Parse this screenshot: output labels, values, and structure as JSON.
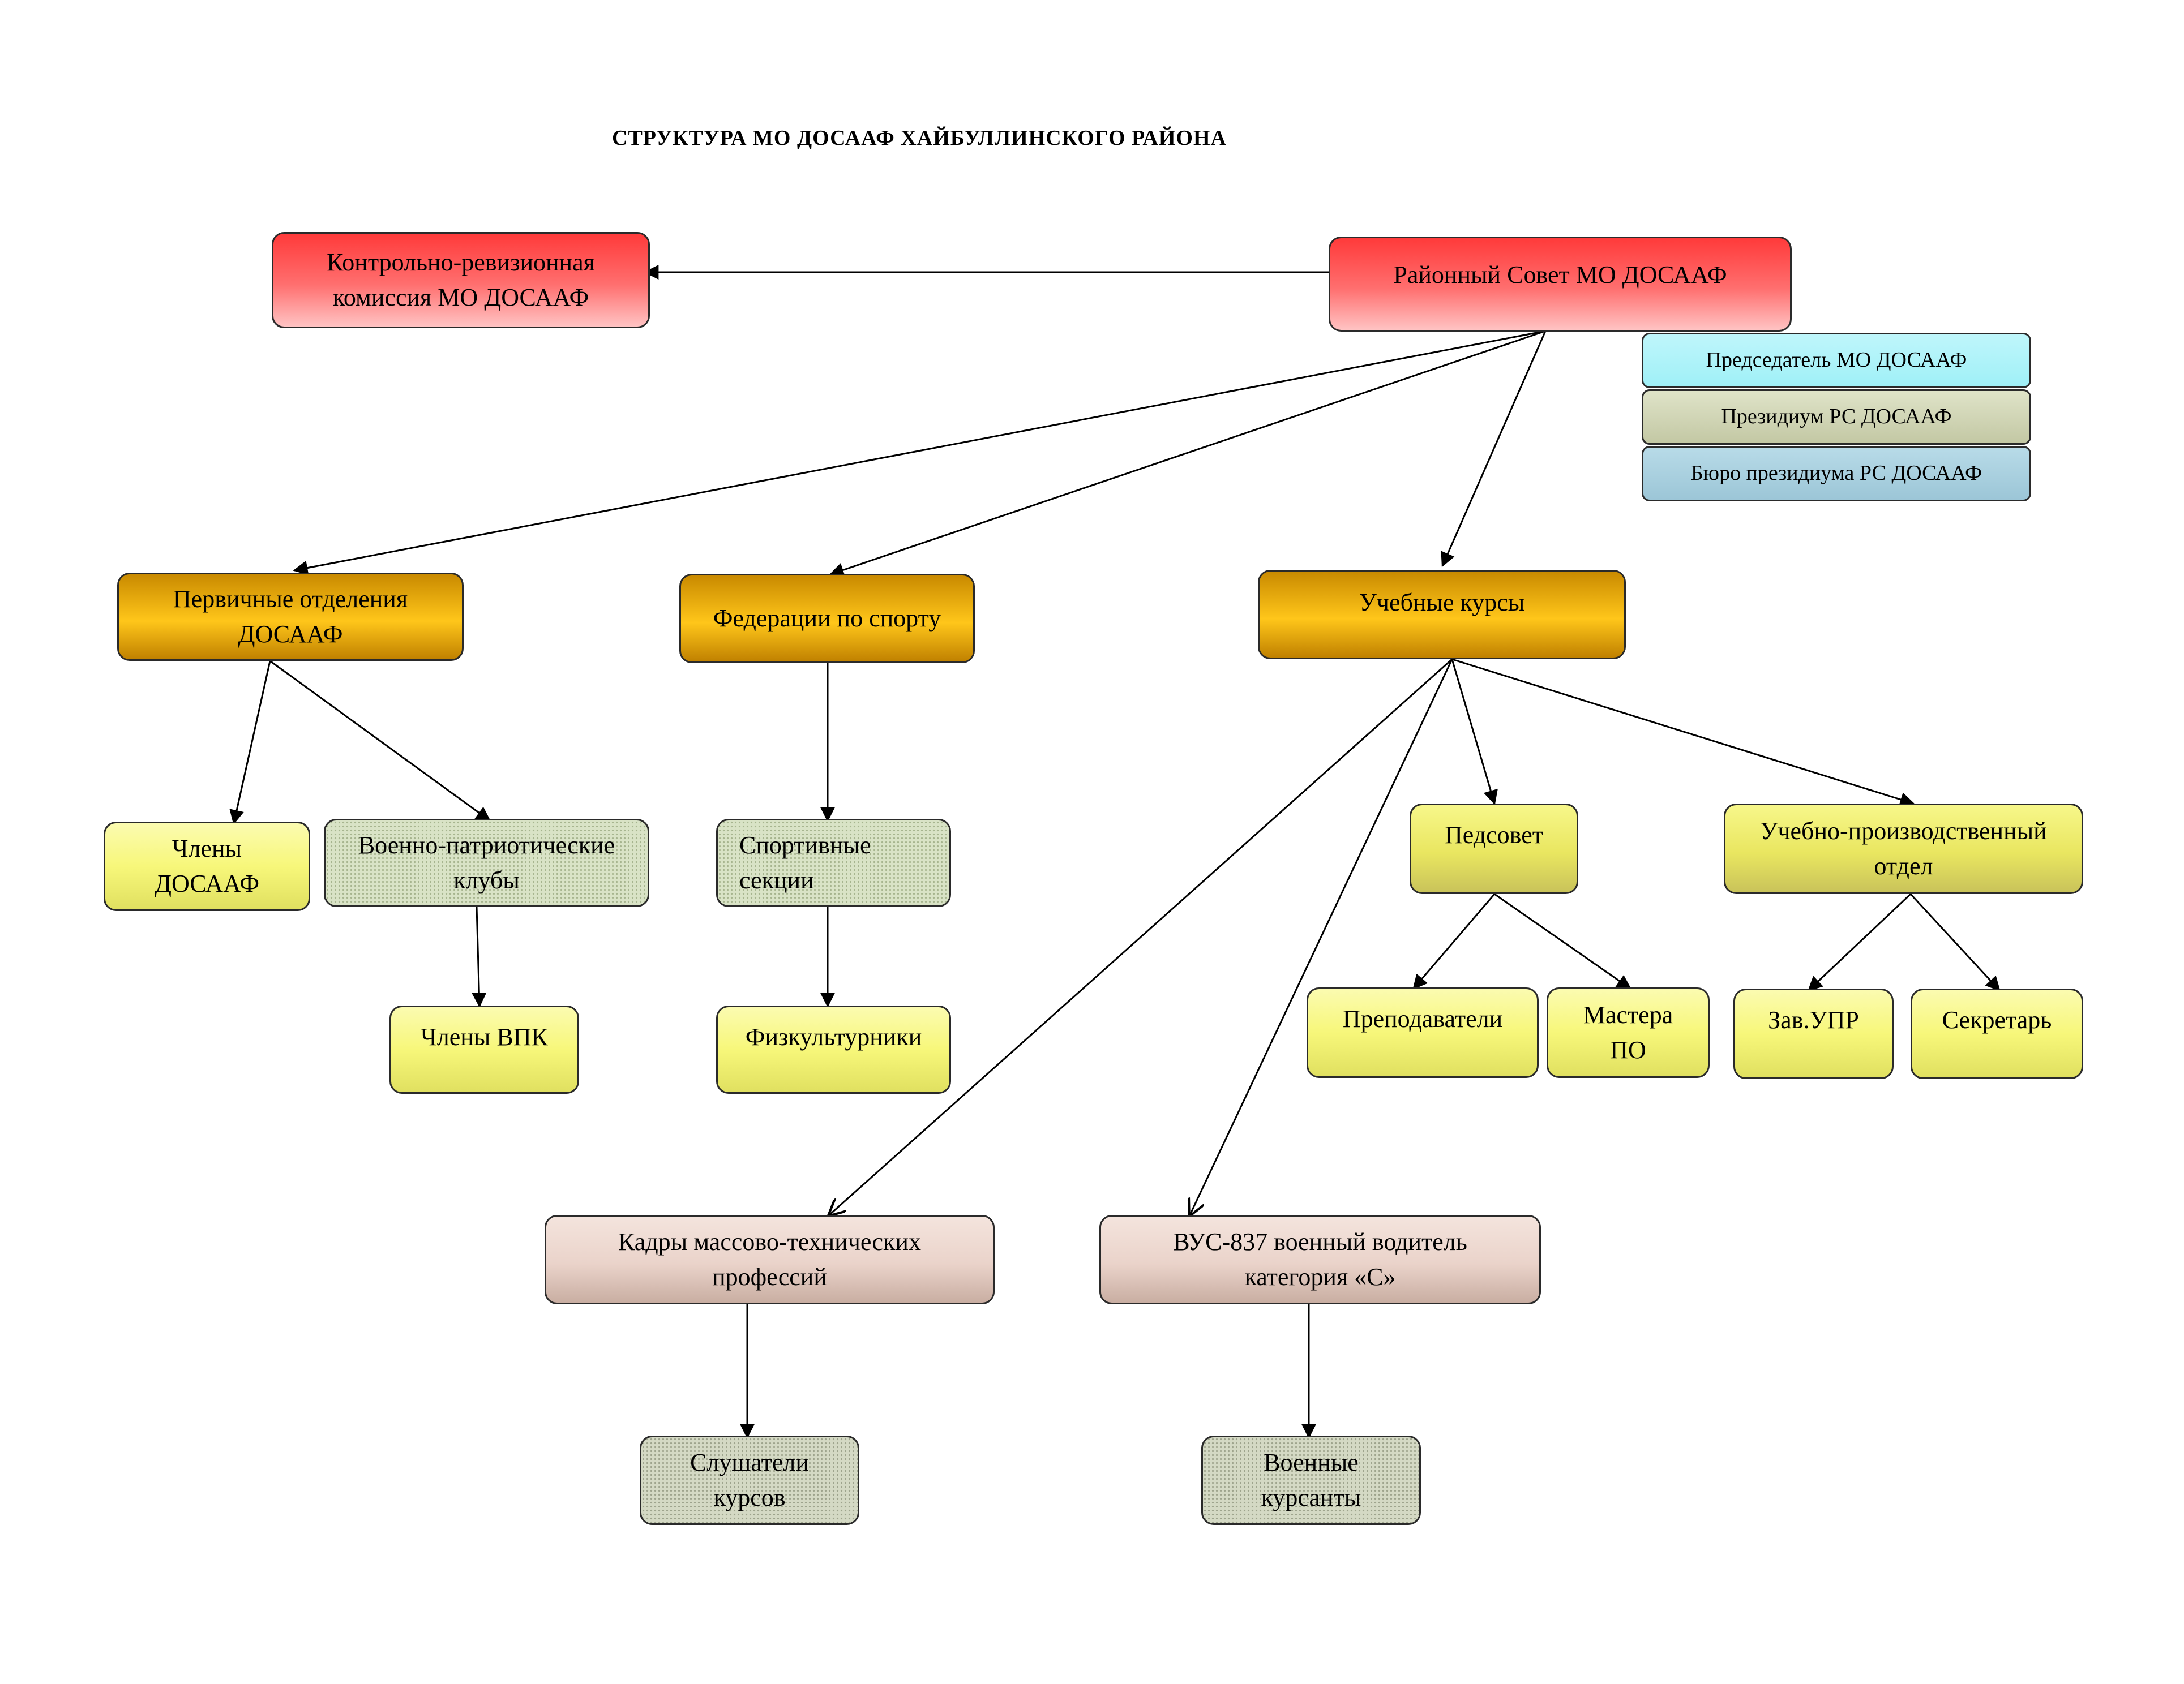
{
  "title": "СТРУКТУРА МО ДОСААФ ХАЙБУЛЛИНСКОГО РАЙОНА",
  "nodes": {
    "council": "Районный Совет МО ДОСААФ",
    "audit": "Контрольно-ревизионная\nкомиссия   МО ДОСААФ",
    "chairman": "Председатель МО ДОСААФ",
    "presidium": "Президиум РС ДОСААФ",
    "bureau": "Бюро президиума РС ДОСААФ",
    "primary": "Первичные отделения\nДОСААФ",
    "federations": "Федерации  по спорту",
    "courses": "Учебные курсы",
    "members": "Члены\nДОСААФ",
    "clubs": "Военно-патриотические\nклубы",
    "sections": "Спортивные\nсекции",
    "vpk_members": "Члены ВПК",
    "athletes": "Физкультурники",
    "pedsovet": "Педсовет",
    "prod_dept": "Учебно-производственный\nотдел",
    "teachers": "Преподаватели",
    "masters": "Мастера\nПО",
    "head_upr": "Зав.УПР",
    "secretary": "Секретарь",
    "mass_tech": "Кадры массово-технических\nпрофессий",
    "vus": "ВУС-837 военный водитель\nкатегория «С»",
    "listeners": "Слушатели\nкурсов",
    "cadets": "Военные\nкурсанты"
  }
}
